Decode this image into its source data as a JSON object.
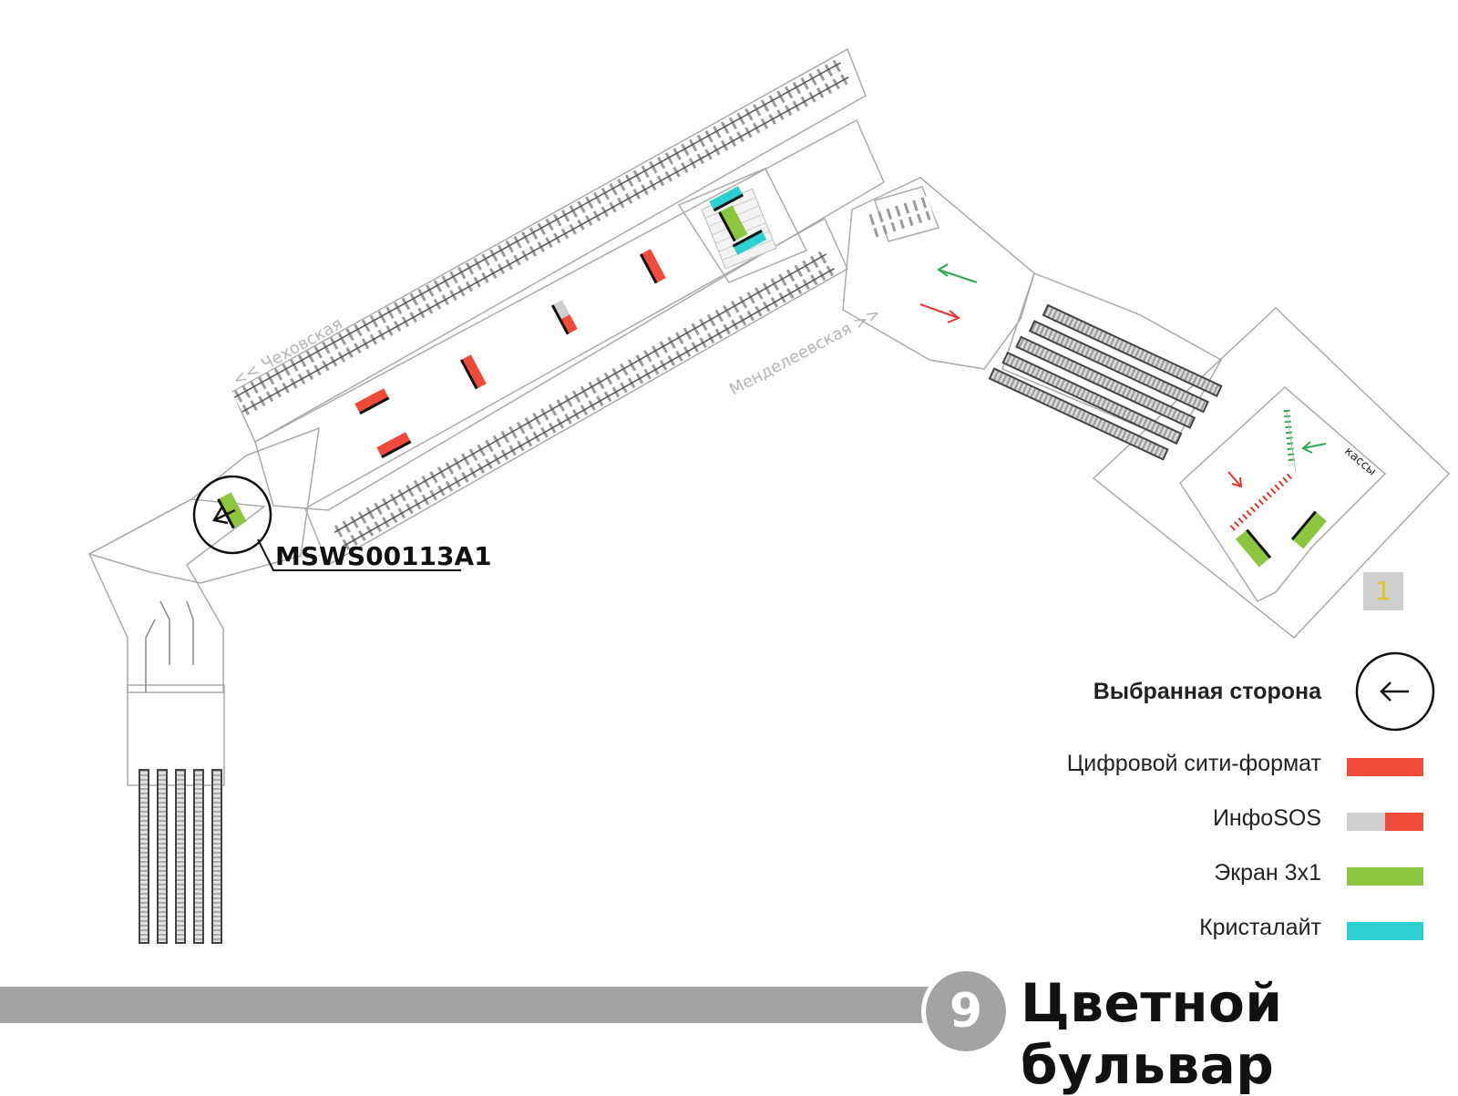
{
  "map": {
    "code_label": "MSWS00113A1",
    "direction_west": "<< Чеховская",
    "direction_east": "Менделеевская >>",
    "kassy_label": "кассы",
    "exit_number": "1"
  },
  "legend": {
    "selected_side": "Выбранная сторона",
    "digital_city_format": "Цифровой сити-формат",
    "infosos": "ИнфоSOS",
    "screen_3x1": "Экран 3х1",
    "cristalight": "Кристалайт"
  },
  "colors": {
    "digital_city_format": "#f04a3a",
    "infosos_gray": "#d0d0d0",
    "infosos_red": "#f04a3a",
    "screen_3x1": "#8cc63f",
    "cristalight": "#2ecfcf",
    "line_gray": "#a3a3a3",
    "arrow_green": "#2fa84f",
    "arrow_red": "#e8322c"
  },
  "station": {
    "line_number": "9",
    "name": "Цветной бульвар"
  }
}
